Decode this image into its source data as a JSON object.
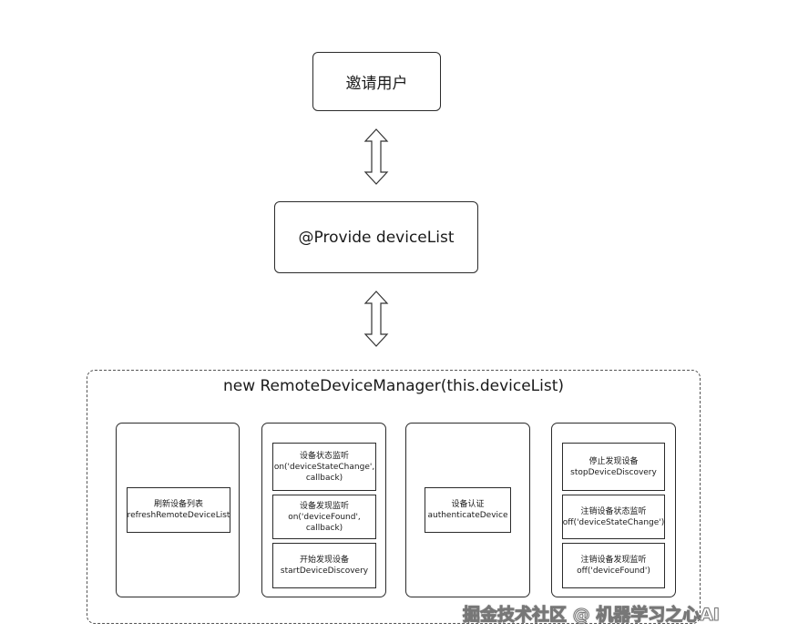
{
  "top_box": {
    "label": "邀请用户"
  },
  "provide_box": {
    "label": "@Provide deviceList"
  },
  "manager": {
    "title": "new RemoteDeviceManager(this.deviceList)"
  },
  "columns": [
    {
      "items": [
        {
          "line1": "刷新设备列表",
          "line2": "refreshRemoteDeviceList",
          "line3": ""
        }
      ]
    },
    {
      "items": [
        {
          "line1": "设备状态监听",
          "line2": "on('deviceStateChange',",
          "line3": "callback)"
        },
        {
          "line1": "设备发现监听",
          "line2": "on('deviceFound',",
          "line3": "callback)"
        },
        {
          "line1": "开始发现设备",
          "line2": "startDeviceDiscovery",
          "line3": ""
        }
      ]
    },
    {
      "items": [
        {
          "line1": "设备认证",
          "line2": "authenticateDevice",
          "line3": ""
        }
      ]
    },
    {
      "items": [
        {
          "line1": "停止发现设备",
          "line2": "stopDeviceDiscovery",
          "line3": ""
        },
        {
          "line1": "注销设备状态监听",
          "line2": "off('deviceStateChange')",
          "line3": ""
        },
        {
          "line1": "注销设备发现监听",
          "line2": "off('deviceFound')",
          "line3": ""
        }
      ]
    }
  ],
  "watermark": {
    "text": "掘金技术社区 @ 机器学习之心AI"
  }
}
